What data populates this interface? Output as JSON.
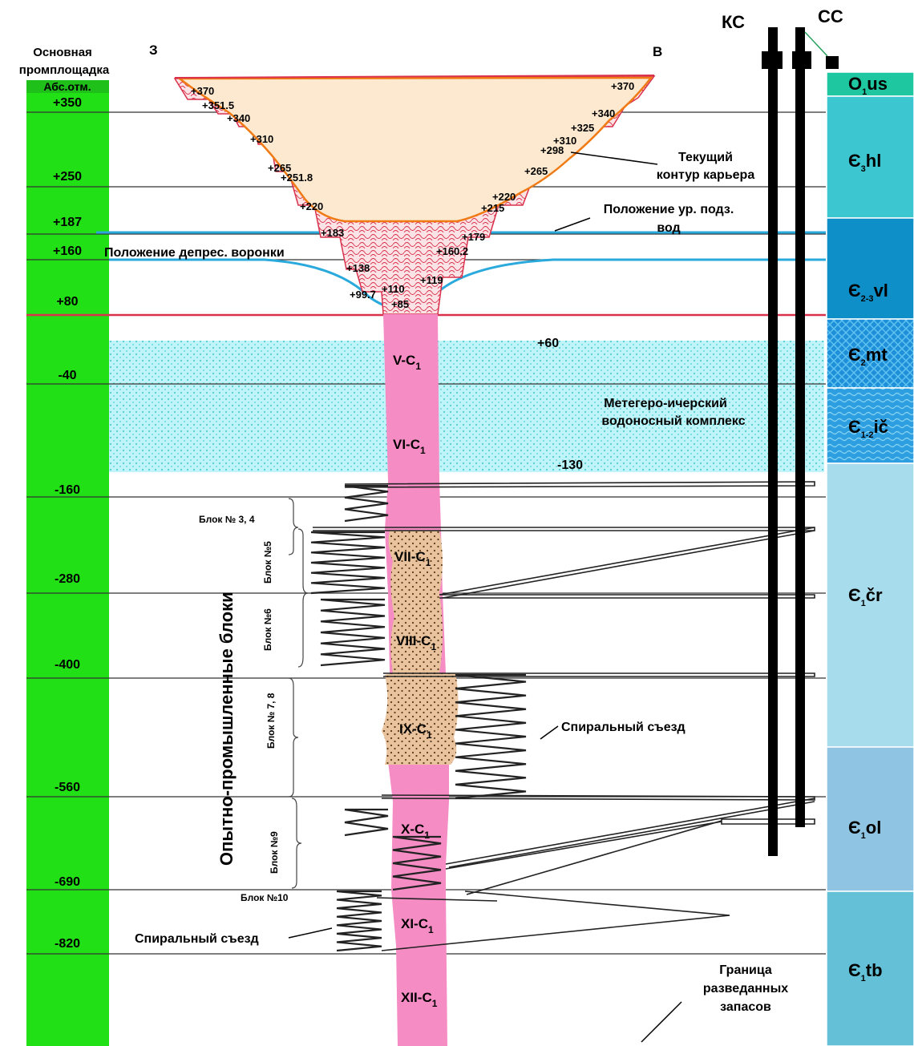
{
  "header": {
    "site": "Основная промплощадка",
    "scale_label": "Абс.отм.",
    "west": "З",
    "east": "В",
    "ks": "КС",
    "ss": "СС"
  },
  "elevations": [
    "+350",
    "+250",
    "+187",
    "+160",
    "+80",
    "-40",
    "-160",
    "-280",
    "-400",
    "-560",
    "-690",
    "-820"
  ],
  "pit_marks": [
    "+370",
    "+351.5",
    "+340",
    "+310",
    "+265",
    "+251.8",
    "+220",
    "+183",
    "+138",
    "+99.7",
    "+110",
    "+85",
    "+119",
    "+160.2",
    "+179",
    "+215",
    "+220",
    "+265",
    "+298",
    "+310",
    "+325",
    "+340",
    "+370"
  ],
  "ore_bodies": [
    "V-C",
    "VI-C",
    "VII-C",
    "VIII-C",
    "IX-C",
    "X-C",
    "XI-C",
    "XII-C"
  ],
  "ore_subscript": "1",
  "aquifer_marks": [
    "+60",
    "-130"
  ],
  "labels": {
    "current_pit_line1": "Текущий",
    "current_pit_line2": "контур карьера",
    "gw_line1": "Положение ур. подз.",
    "gw_line2": "вод",
    "depression": "Положение депрес. воронки",
    "aquifer_line1": "Метегеро-ичерский",
    "aquifer_line2": "водоносный комплекс",
    "spiral_right": "Спиральный съезд",
    "spiral_left": "Спиральный съезд",
    "boundary_line1": "Граница",
    "boundary_line2": "разведанных",
    "boundary_line3": "запасов",
    "experimental_blocks": "Опытно-промышленные блоки"
  },
  "blocks": [
    "Блок № 3, 4",
    "Блок №5",
    "Блок №6",
    "Блок № 7, 8",
    "Блок №9",
    "Блок №10"
  ],
  "strata": [
    {
      "code": "O",
      "sub": "1",
      "suffix": "us",
      "color": "#1fc7a0"
    },
    {
      "code": "Є",
      "sub": "3",
      "suffix": "hl",
      "color": "#3cc6cf"
    },
    {
      "code": "Є",
      "sub": "2-3",
      "suffix": "vl",
      "color": "#0e8fc8"
    },
    {
      "code": "Є",
      "sub": "2",
      "suffix": "mt",
      "color": "#1f8fd9"
    },
    {
      "code": "Є",
      "sub": "1-2",
      "suffix": "ič",
      "color": "#2d9fe0"
    },
    {
      "code": "Є",
      "sub": "1",
      "suffix": "čr",
      "color": "#a6dceb"
    },
    {
      "code": "Є",
      "sub": "1",
      "suffix": "ol",
      "color": "#8fc5e3"
    },
    {
      "code": "Є",
      "sub": "1",
      "suffix": "tb",
      "color": "#63c0d6"
    }
  ],
  "colors": {
    "scale_bar": "#22e016",
    "ore": "#f58cc4",
    "pit_fill": "#fde9cf",
    "pit_outline": "#f07a14",
    "mined_red": "#d9304b",
    "aquifer": "#b9f3f7",
    "groundwater": "#2aa9dc"
  }
}
